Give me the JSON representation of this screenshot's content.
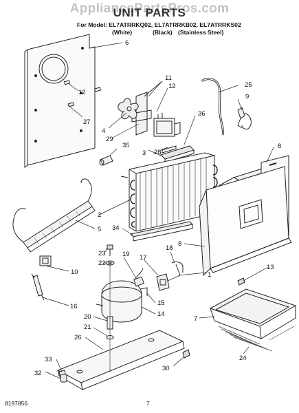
{
  "header": {
    "watermark": "AppliancePartsPros.com",
    "title": "UNIT PARTS",
    "model_line": "For Model: EL7ATRRKQ02, EL7ATRRKB02, EL7ATRRKS02",
    "variants": [
      "(White)",
      "(Black)",
      "(Stainless Steel)"
    ]
  },
  "footer": {
    "doc_number": "8197856",
    "page_number": "7"
  },
  "callouts": [
    "6",
    "11",
    "12",
    "12",
    "25",
    "9",
    "27",
    "36",
    "4",
    "29",
    "28",
    "35",
    "3",
    "8",
    "2",
    "5",
    "34",
    "18",
    "8",
    "23",
    "22",
    "19",
    "17",
    "10",
    "13",
    "1",
    "16",
    "15",
    "14",
    "20",
    "7",
    "21",
    "26",
    "24",
    "33",
    "32",
    "30"
  ]
}
